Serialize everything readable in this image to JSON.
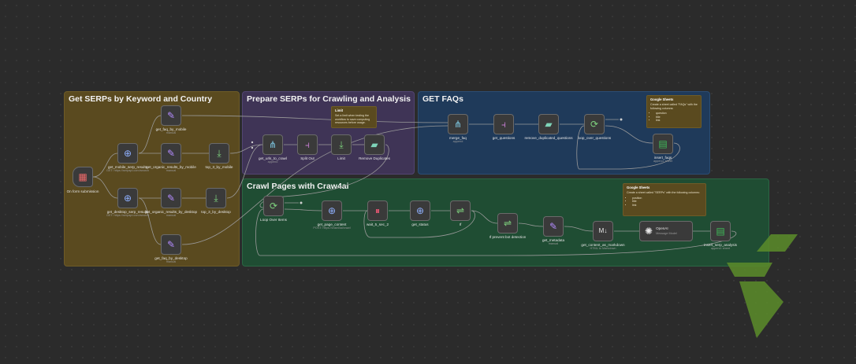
{
  "groups": {
    "serp": {
      "title": "Get SERPs by Keyword and Country"
    },
    "prep": {
      "title": "Prepare SERPs for Crawling and Analysis"
    },
    "faq": {
      "title": "GET FAQs"
    },
    "crawl": {
      "title": "Crawl Pages with Craw4ai"
    }
  },
  "nodes": {
    "form_trigger": {
      "label": "On form submission",
      "sub": "",
      "icon": "form-icon"
    },
    "mobile_serp": {
      "label": "get_mobile_serp_results",
      "sub": "GET: https://serpapi.com/search",
      "icon": "globe-icon"
    },
    "desktop_serp": {
      "label": "get_desktop_serp_results",
      "sub": "GET: https://serpapi.com/search",
      "icon": "globe-icon"
    },
    "faq_mobile": {
      "label": "get_faq_by_mobile",
      "sub": "manual",
      "icon": "pencil-icon"
    },
    "organic_mobile": {
      "label": "get_organic_results_by_mobile",
      "sub": "manual",
      "icon": "pencil-icon"
    },
    "top3_mobile": {
      "label": "top_3_by_mobile",
      "sub": "",
      "icon": "limit-icon"
    },
    "organic_desktop": {
      "label": "get_organic_results_by_desktop",
      "sub": "manual",
      "icon": "pencil-icon"
    },
    "top3_desktop": {
      "label": "top_3_by_desktop",
      "sub": "",
      "icon": "limit-icon"
    },
    "faq_desktop": {
      "label": "get_faq_by_desktop",
      "sub": "manual",
      "icon": "pencil-icon"
    },
    "urls_to_crawl": {
      "label": "get_urls_to_crawl",
      "sub": "append",
      "icon": "merge-icon"
    },
    "split_out": {
      "label": "Split Out",
      "sub": "",
      "icon": "split-icon"
    },
    "limit": {
      "label": "Limit",
      "sub": "",
      "icon": "limit-icon"
    },
    "remove_dup": {
      "label": "Remove Duplicates",
      "sub": "",
      "icon": "eraser-icon"
    },
    "merge_faq": {
      "label": "merge_faq",
      "sub": "append",
      "icon": "merge-icon"
    },
    "get_questions": {
      "label": "get_questions",
      "sub": "",
      "icon": "split-icon"
    },
    "remove_dup_q": {
      "label": "remove_duplicated_questions",
      "sub": "",
      "icon": "eraser-icon"
    },
    "loop_questions": {
      "label": "loop_over_questions",
      "sub": "",
      "icon": "loop-icon"
    },
    "insert_faqs": {
      "label": "insert_faqs",
      "sub": "append: sheet",
      "icon": "sheets-icon"
    },
    "loop_items": {
      "label": "Loop Over Items",
      "sub": "",
      "icon": "loop-icon"
    },
    "page_content": {
      "label": "get_page_content",
      "sub": "POST: https://crawl4ai/crawl",
      "icon": "globe-icon"
    },
    "wait": {
      "label": "wait_5_sec_2",
      "sub": "",
      "icon": "pause-icon"
    },
    "get_status": {
      "label": "get_status",
      "sub": "",
      "icon": "globe-icon"
    },
    "if_node": {
      "label": "If",
      "sub": "",
      "icon": "if-icon"
    },
    "if_bot": {
      "label": "If prevent bot detection",
      "sub": "",
      "icon": "if-icon"
    },
    "metadata": {
      "label": "get_metadata",
      "sub": "manual",
      "icon": "pencil-icon"
    },
    "markdown": {
      "label": "get_content_as_markdown",
      "sub": "HTML to Markdown",
      "icon": "markdown-icon"
    },
    "openai": {
      "label": "OpenAI",
      "sub": "Message Model",
      "icon": "openai-icon"
    },
    "insert_serp": {
      "label": "insert_serp_analysis",
      "sub": "append: sheet",
      "icon": "sheets-icon"
    }
  },
  "notes": {
    "limit_note": {
      "title": "Limit",
      "body": "Set a limit when testing the workflow to save computing resources before usage."
    },
    "faq_note": {
      "title": "Google Sheets",
      "body": "Create a sheet called \"FAQs\" with the following columns:",
      "items": [
        "question",
        "title",
        "link"
      ]
    },
    "serp_note": {
      "title": "Google Sheets",
      "body": "Create a sheet called \"SERPs\" with the following columns:",
      "items": [
        "position",
        "title",
        "link"
      ]
    }
  },
  "colors": {
    "serp_group": "#5a4a1f",
    "prep_group": "#3f3456",
    "faq_group": "#1f3a5a",
    "crawl_group": "#1f4d33",
    "node_bg": "#3a3a3a",
    "logo": "#5a8a2a"
  }
}
